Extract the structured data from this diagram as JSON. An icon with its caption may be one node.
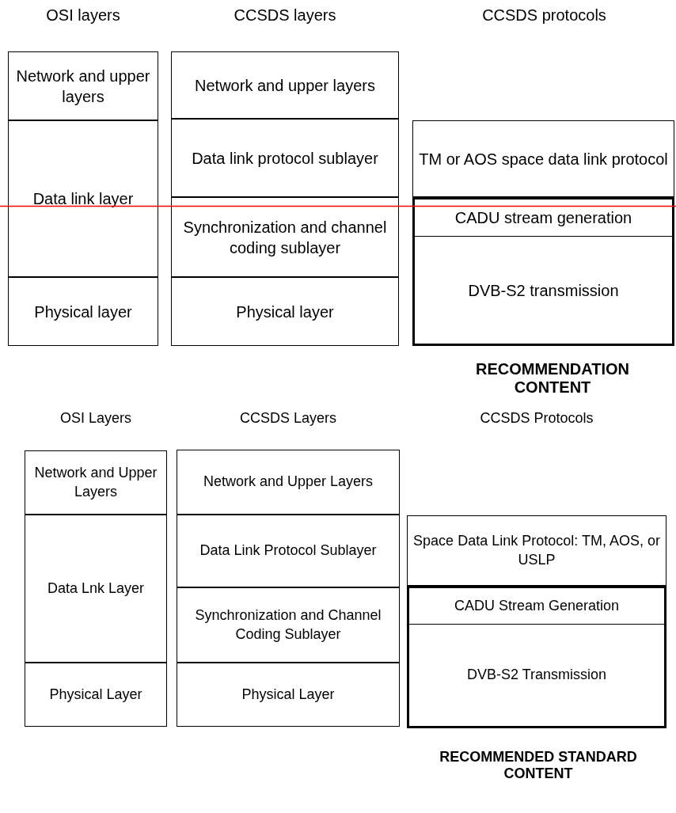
{
  "diagram": {
    "nodes": [
      {
        "text": [
          "Network and upper layers"
        ]
      },
      {
        "text": [
          "Data link layer"
        ]
      },
      {
        "text": [
          "Physical layer"
        ]
      },
      {
        "text": [
          "Network and upper layers"
        ]
      },
      {
        "text": [
          "Data link protocol sublayer"
        ]
      },
      {
        "text": [
          "Synchronization and channel coding sublayer"
        ]
      },
      {
        "text": [
          "Physical layer"
        ]
      },
      {
        "text": [
          "TM or AOS space data link protocol"
        ]
      },
      {
        "text": [],
        "shape": "box",
        "beside": [
          "RECOMMENDATION CONTENT"
        ]
      },
      {
        "text": [
          "CADU stream generation"
        ],
        "in": 8
      },
      {
        "text": [
          "DVB-S2 transmission"
        ],
        "in": 8
      },
      {
        "text": [
          "Network and Upper Layers"
        ]
      },
      {
        "text": [
          "Data Lnk Layer"
        ]
      },
      {
        "text": [
          "Physical Layer"
        ]
      },
      {
        "text": [
          "Network and Upper Layers"
        ]
      },
      {
        "text": [
          "Data Link Protocol Sublayer"
        ]
      },
      {
        "text": [
          "Synchronization and Channel Coding Sublayer"
        ]
      },
      {
        "text": [
          "Physical Layer"
        ]
      },
      {
        "text": [
          "Space Data Link Protocol: TM, AOS, or USLP"
        ]
      },
      {
        "text": [],
        "shape": "box",
        "beside": [
          "RECOMMENDED STANDARD CONTENT"
        ]
      },
      {
        "text": [
          "CADU Stream Generation"
        ],
        "in": 19
      },
      {
        "text": [
          "DVB-S2 Transmission"
        ],
        "in": 19
      }
    ],
    "labels": [
      "OSI layers",
      "CCSDS layers",
      "CCSDS protocols",
      "OSI Layers",
      "CCSDS Layers",
      "CCSDS Protocols"
    ]
  }
}
